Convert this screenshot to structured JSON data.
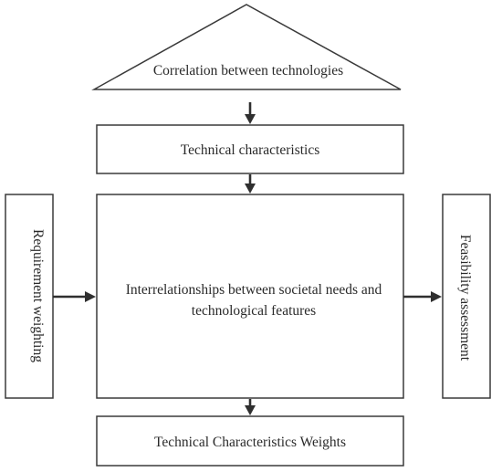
{
  "diagram": {
    "correlation_label": "Correlation between technologies",
    "technical_characteristics_label": "Technical characteristics",
    "interrelationships_line1": "Interrelationships between societal needs and",
    "interrelationships_line2": "technological features",
    "requirement_weighting_label": "Requirement weighting",
    "feasibility_assessment_label": "Feasibility assessment",
    "tc_weights_label": "Technical Characteristics Weights"
  }
}
